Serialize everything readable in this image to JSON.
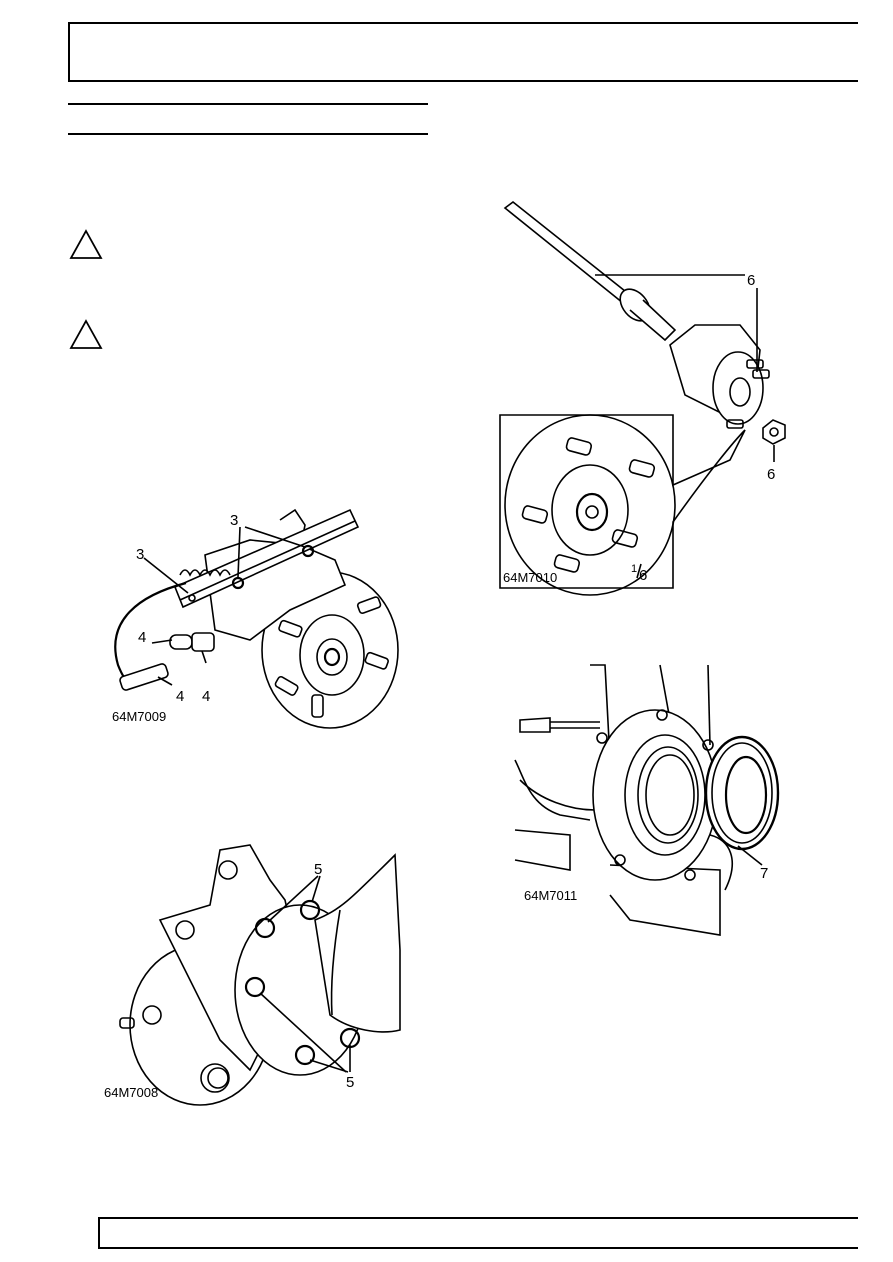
{
  "figures": {
    "fig1": {
      "ref": "64M7009",
      "callouts": [
        "3",
        "3",
        "4",
        "4",
        "4"
      ]
    },
    "fig2": {
      "ref": "64M7008",
      "callouts": [
        "5",
        "5"
      ]
    },
    "fig3": {
      "ref": "64M7010",
      "callouts": [
        "6",
        "6"
      ],
      "inset_callout_num": "1",
      "inset_callout_den": "6"
    },
    "fig4": {
      "ref": "64M7011",
      "callouts": [
        "7"
      ]
    }
  },
  "icons": {
    "warning": "warning-triangle-icon"
  }
}
